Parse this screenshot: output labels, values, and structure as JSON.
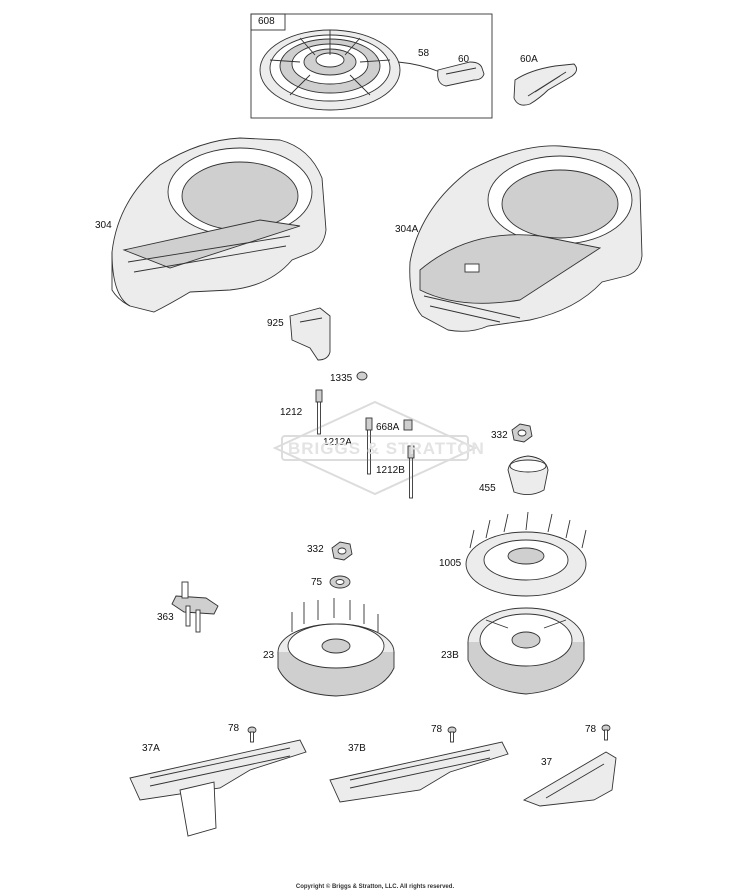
{
  "watermark": "BRIGGS & STRATTON",
  "copyright": "Copyright © Briggs & Stratton, LLC. All rights reserved.",
  "labels": {
    "p608": "608",
    "p58": "58",
    "p60": "60",
    "p60A": "60A",
    "p304": "304",
    "p304A": "304A",
    "p925": "925",
    "p1335": "1335",
    "p1212": "1212",
    "p1212A": "1212A",
    "p668A": "668A",
    "p1212B": "1212B",
    "p332a": "332",
    "p455": "455",
    "p332b": "332",
    "p1005": "1005",
    "p75": "75",
    "p363": "363",
    "p23": "23",
    "p23B": "23B",
    "p78a": "78",
    "p78b": "78",
    "p78c": "78",
    "p37A": "37A",
    "p37B": "37B",
    "p37": "37"
  }
}
